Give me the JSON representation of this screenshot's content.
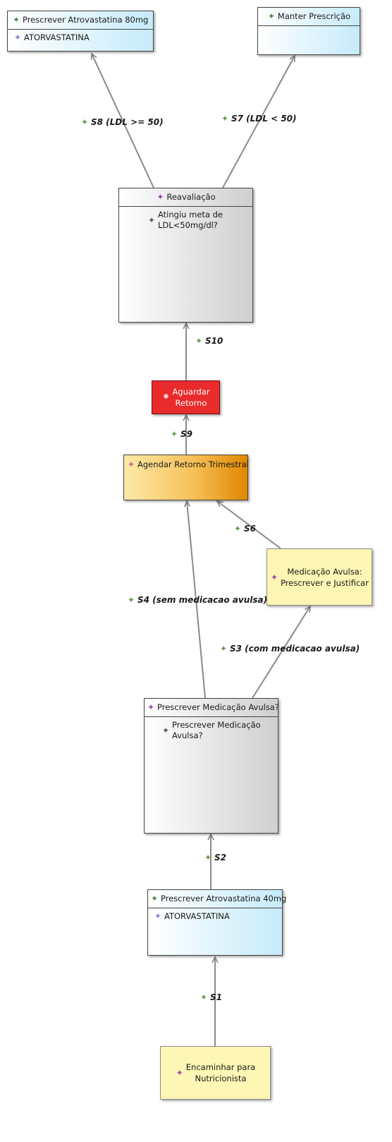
{
  "nodes": {
    "prescrever80": {
      "title": "Prescrever Atrovastatina 80mg",
      "item": "ATORVASTATINA"
    },
    "manter": {
      "title": "Manter Prescrição"
    },
    "reavaliacao": {
      "title": "Reavaliação",
      "condition": "Atingiu meta de\nLDL<50mg/dl?"
    },
    "aguardar": {
      "title": "Aguardar\nRetorno"
    },
    "agendar": {
      "title": "Agendar Retorno Trimestral"
    },
    "avulsa_just": {
      "title": "Medicação Avulsa:\nPrescrever e Justificar"
    },
    "prescrever_avulsa": {
      "title": "Prescrever Medicação Avulsa?",
      "condition": "Prescrever Medicação\nAvulsa?"
    },
    "prescrever40": {
      "title": "Prescrever Atrovastatina 40mg",
      "item": "ATORVASTATINA"
    },
    "encaminhar": {
      "title": "Encaminhar para\nNutricionista"
    }
  },
  "edges": {
    "s1": "S1",
    "s2": "S2",
    "s3": "S3 (com medicacao avulsa)",
    "s4": "S4 (sem medicacao avulsa)",
    "s6": "S6",
    "s7": "S7 (LDL < 50)",
    "s8": "S8 (LDL >= 50)",
    "s9": "S9",
    "s10": "S10"
  },
  "colors": {
    "prescription": "#c6ebfb",
    "decision": "#cfcfcf",
    "schedule": "#e08700",
    "wait": "#e92b2b",
    "task": "#fdf6b4",
    "arrow": "#808080"
  },
  "icons": {
    "prescription": "green-star-icon",
    "item": "lavender-star-icon",
    "decision": "purple-star-icon",
    "condition": "dark-star-icon",
    "schedule": "pink-star-icon",
    "wait": "sun-icon",
    "task": "purple-star-icon",
    "edge": "green-star-icon"
  }
}
